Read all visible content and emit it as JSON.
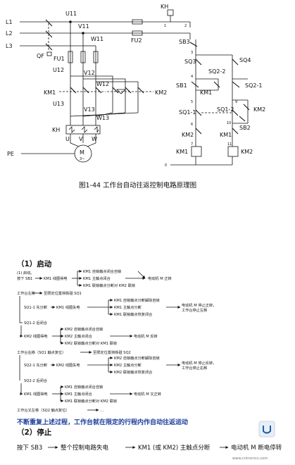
{
  "diagram": {
    "caption": "图1-44  工作台自动往返控制电路原理图",
    "main_labels": {
      "l1": "L1",
      "l2": "L2",
      "l3": "L3",
      "qf": "QF",
      "u11": "U11",
      "v11": "V11",
      "w11": "W11",
      "fu1": "FU1",
      "fu2": "FU2",
      "u12": "U12",
      "v12": "V12",
      "w12": "W12",
      "u13": "U13",
      "v13": "V13",
      "w13": "W13",
      "km1": "KM1",
      "km2": "KM2",
      "kh": "KH",
      "u": "U",
      "v": "V",
      "w": "W",
      "pe": "PE",
      "m": "M",
      "m3": "3~"
    },
    "control_labels": {
      "kh": "KH",
      "n1": "1",
      "n2": "2",
      "sb3": "SB3",
      "n3": "3",
      "sq3": "SQ3",
      "sq4": "SQ4",
      "n4": "4",
      "sq22": "SQ2-2",
      "sb1": "SB1",
      "km1c": "KM1",
      "sq21": "SQ2-1",
      "n5": "5",
      "n9": "9",
      "sq11": "SQ1-1",
      "sq12": "SQ1-2",
      "km2c": "KM2",
      "n6": "6",
      "n10": "10",
      "sb2": "SB2",
      "km2b": "KM2",
      "km1b": "KM1",
      "n7": "7",
      "n11": "11",
      "km1coil": "KM1",
      "km2coil": "KM2",
      "n0": "0"
    }
  },
  "process": {
    "heading_start": "（1）启动",
    "sub_start": "(1) 启动。",
    "flow": [
      {
        "id": "a1",
        "text": "按下 SB1"
      },
      {
        "id": "a2",
        "text": "KM1 线圈得电"
      },
      {
        "id": "a3",
        "text": "KM1 自锁触点闭合自锁"
      },
      {
        "id": "a4",
        "text": "KM1 主触点闭合"
      },
      {
        "id": "a5",
        "text": "KM1 联锁触点分断对 KM2 联锁"
      },
      {
        "id": "a6",
        "text": "电动机 M 正转"
      },
      {
        "id": "a7",
        "text": "工作台左移"
      },
      {
        "id": "a8",
        "text": "至限定位置挡铁碰 SQ1"
      },
      {
        "id": "b1",
        "text": "SQ1-1 先分断"
      },
      {
        "id": "b2",
        "text": "KM1 线圈失电"
      },
      {
        "id": "b3",
        "text": "KM1 自锁触点分断解除自锁"
      },
      {
        "id": "b4",
        "text": "KM1 主触点分断"
      },
      {
        "id": "b5",
        "text": "KM1 联锁触点恢复闭合"
      },
      {
        "id": "b6",
        "text": "电动机 M 停止正转，"
      },
      {
        "id": "b7",
        "text": "工作台停止左移"
      },
      {
        "id": "b8",
        "text": "SQ1-2 后闭合"
      },
      {
        "id": "c1",
        "text": "KM2 线圈得电"
      },
      {
        "id": "c2",
        "text": "KM2 自锁触点闭合自锁"
      },
      {
        "id": "c3",
        "text": "KM2 主触点闭合"
      },
      {
        "id": "c4",
        "text": "KM2 联锁触点分断对 KM1 联锁"
      },
      {
        "id": "c5",
        "text": "电动机 M 反转"
      },
      {
        "id": "c6",
        "text": "工作台右移（SQ1 触点复位）"
      },
      {
        "id": "c7",
        "text": "至限定位置挡铁碰 SQ2"
      },
      {
        "id": "d1",
        "text": "SQ2-1 先分断"
      },
      {
        "id": "d2",
        "text": "KM2 线圈失电"
      },
      {
        "id": "d3",
        "text": "KM2 自锁触点分断解除自锁"
      },
      {
        "id": "d4",
        "text": "KM2 主触点分断"
      },
      {
        "id": "d5",
        "text": "KM2 联锁触点恢复闭合"
      },
      {
        "id": "d6",
        "text": "电动机 M 停止反转，"
      },
      {
        "id": "d7",
        "text": "工作台停止右移"
      },
      {
        "id": "d8",
        "text": "SQ2-2 后闭合"
      },
      {
        "id": "e1",
        "text": "KM1 线圈得电"
      },
      {
        "id": "e2",
        "text": "KM1 自锁触点闭合自锁"
      },
      {
        "id": "e3",
        "text": "KM1 主触点闭合"
      },
      {
        "id": "e4",
        "text": "KM1 联锁触点分断对 KM2 联锁"
      },
      {
        "id": "e5",
        "text": "电动机 M 又正转"
      },
      {
        "id": "e6",
        "text": "工作台又左移（SQ2 触点复位）"
      },
      {
        "id": "e7",
        "text": "…"
      }
    ],
    "repeat_note": "不断重复上述过程，工作台就在限定的行程内作自动往返运动",
    "heading_stop": "（2）停止",
    "stop_line": {
      "t1": "按下 SB3",
      "t2": "整个控制电路失电",
      "t3": "KM1 (或 KM2) 主触点分断",
      "t4": "电动机 M 断电停转"
    },
    "watermark": "www.cntronics.com"
  }
}
